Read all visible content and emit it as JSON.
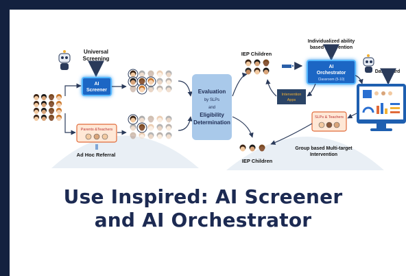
{
  "diagram": {
    "labels": {
      "universal_screening": [
        "Universal",
        "Screening"
      ],
      "ai_screener": [
        "AI",
        "Screener"
      ],
      "ad_hoc_referral": "Ad Hoc Referral",
      "parents_teachers": "Parents &Teachers",
      "evaluation": {
        "title": "Evaluation",
        "by": "by SLPs",
        "and": "and",
        "eligibility": "Eligibility",
        "determination": "Determination"
      },
      "iep_children_top": "IEP Children",
      "iep_children_bottom": "IEP Children",
      "individualized": [
        "Individualized ability",
        "based intervention"
      ],
      "ai_orchestrator": [
        "AI",
        "Orchestrator"
      ],
      "orchestrator_sub": "Classroom (5-10)",
      "intervention_apps": [
        "Intervention",
        "Apps"
      ],
      "slps_teachers": "SLPs & Teachers",
      "group_based": [
        "Group based Multi-target",
        "Intervention"
      ],
      "dashboard": "Dashboard"
    },
    "colors": {
      "navy": "#13213f",
      "ai_box": "#1f66c4",
      "ai_glow": "#55b8ff",
      "eval_box": "#a9c9ea",
      "curve_bg": "#e9eff5",
      "arrow": "#2a3a5a",
      "orange_box": "#ffe8d6",
      "orange_border": "#e06a3a",
      "intervention_box": "#2b4466",
      "monitor": "#1e5fb0"
    }
  },
  "headline": {
    "line1": "Use Inspired: AI Screener",
    "line2": "and AI Orchestrator"
  }
}
